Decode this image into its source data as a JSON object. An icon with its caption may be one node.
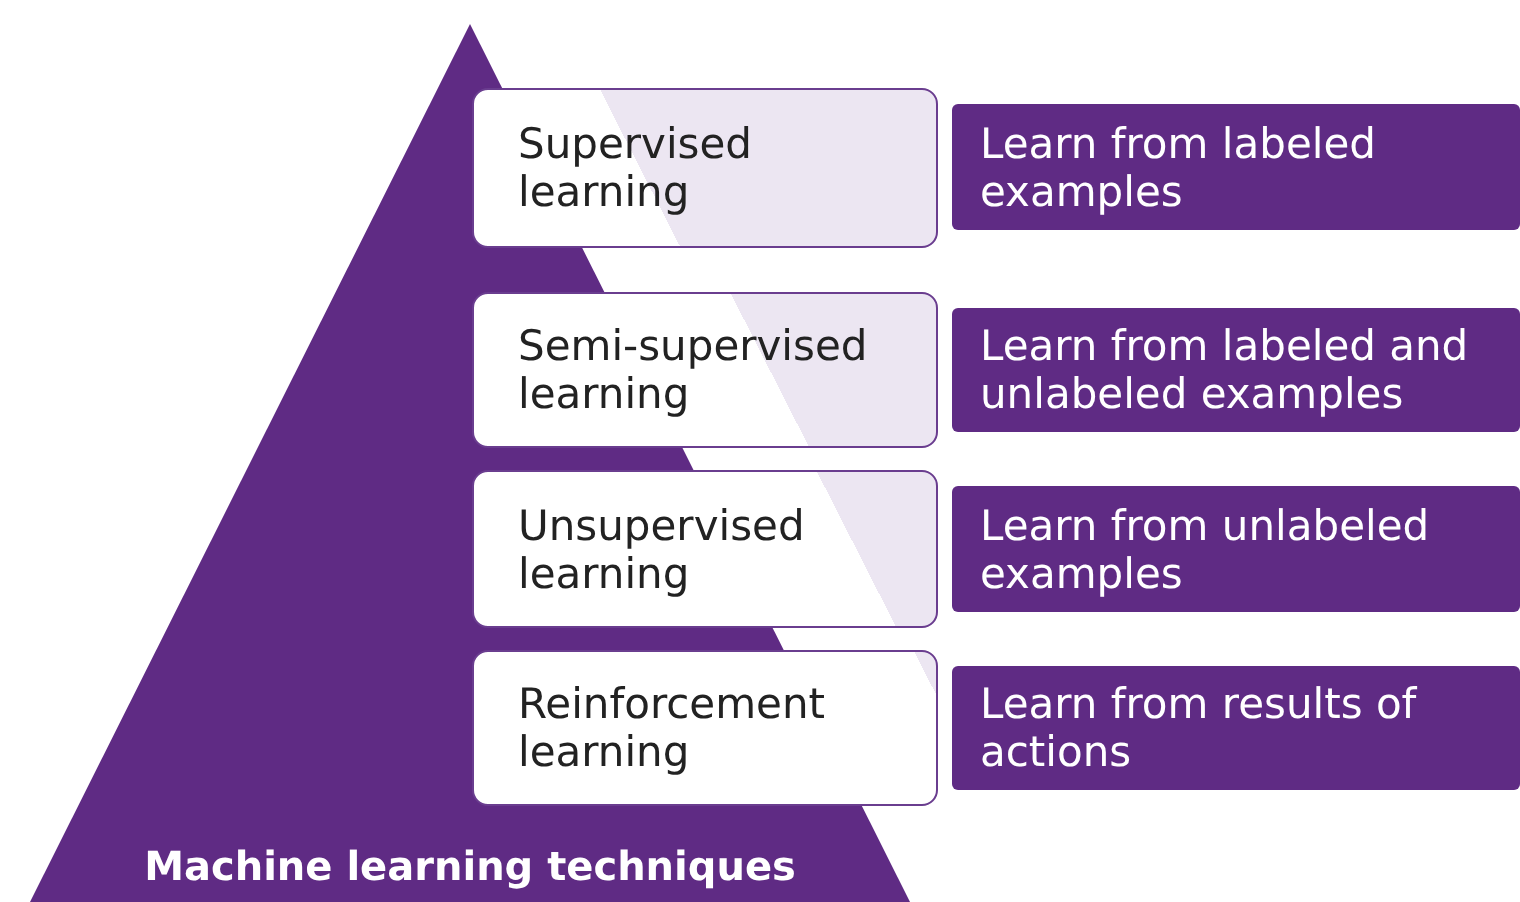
{
  "diagram": {
    "nodes": [
      {
        "text": [
          "Machine learning techniques"
        ]
      },
      {
        "text": [
          "Supervised learning"
        ]
      },
      {
        "text": [
          "Learn from labeled examples"
        ]
      },
      {
        "text": [
          "Semi-supervised learning"
        ]
      },
      {
        "text": [
          "Learn from labeled and unlabeled examples"
        ]
      },
      {
        "text": [
          "Unsupervised learning"
        ]
      },
      {
        "text": [
          "Learn from unlabeled examples"
        ]
      },
      {
        "text": [
          "Reinforcement learning"
        ]
      },
      {
        "text": [
          "Learn from results of actions"
        ]
      }
    ]
  }
}
